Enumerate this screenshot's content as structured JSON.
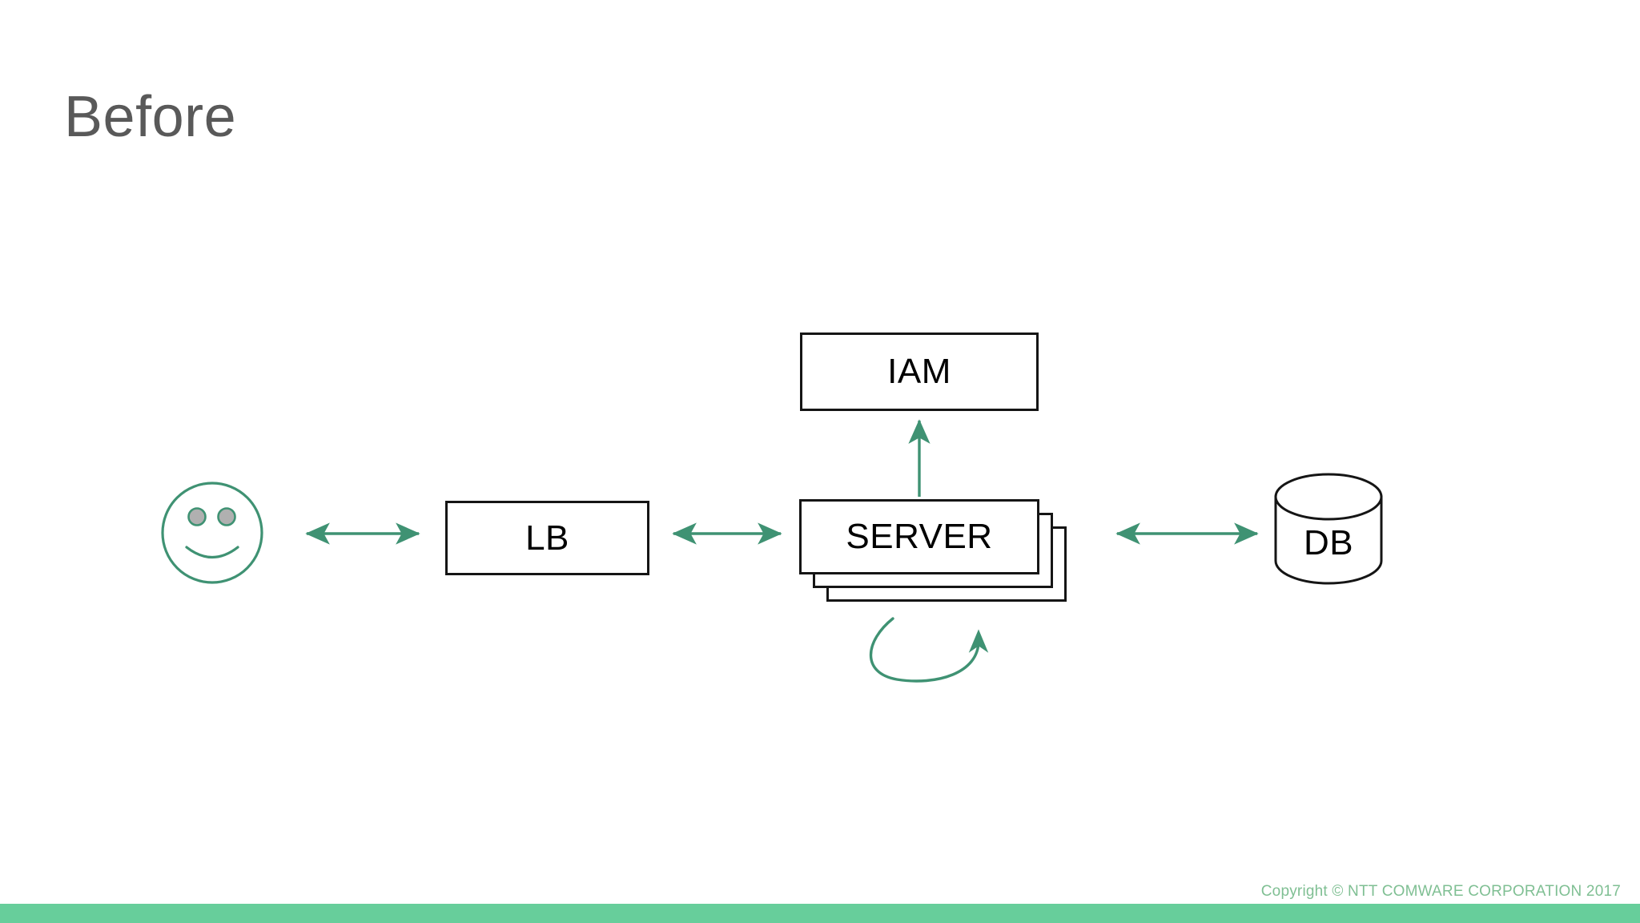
{
  "slide": {
    "title": "Before",
    "background_color": "#ffffff",
    "title_color": "#595959"
  },
  "theme": {
    "accent_green": "#3f9273",
    "footer_bar_green": "#67ce9b",
    "footer_text_green": "#7fbf93",
    "node_border": "#151515",
    "node_fill": "#ffffff",
    "smiley_stroke": "#3f9273",
    "smiley_eye_fill": "#b0b0b0"
  },
  "diagram": {
    "type": "architecture-flow",
    "nodes": [
      {
        "id": "user",
        "shape": "smiley-face",
        "label": "",
        "icon": "smiley-face-icon"
      },
      {
        "id": "lb",
        "shape": "rectangle",
        "label": "LB"
      },
      {
        "id": "server",
        "shape": "stacked-rectangle",
        "label": "SERVER",
        "stack_count": 3
      },
      {
        "id": "iam",
        "shape": "rectangle",
        "label": "IAM"
      },
      {
        "id": "db",
        "shape": "cylinder",
        "label": "DB"
      }
    ],
    "edges": [
      {
        "id": "user-lb",
        "from": "user",
        "to": "lb",
        "direction": "bidirectional",
        "orientation": "horizontal"
      },
      {
        "id": "lb-server",
        "from": "lb",
        "to": "server",
        "direction": "bidirectional",
        "orientation": "horizontal"
      },
      {
        "id": "server-db",
        "from": "server",
        "to": "db",
        "direction": "bidirectional",
        "orientation": "horizontal"
      },
      {
        "id": "server-iam",
        "from": "server",
        "to": "iam",
        "direction": "single",
        "orientation": "vertical-up"
      },
      {
        "id": "server-self",
        "from": "server",
        "to": "server",
        "direction": "single",
        "orientation": "self-loop"
      }
    ]
  },
  "footer": {
    "copyright": "Copyright © NTT COMWARE  CORPORATION  2017"
  }
}
